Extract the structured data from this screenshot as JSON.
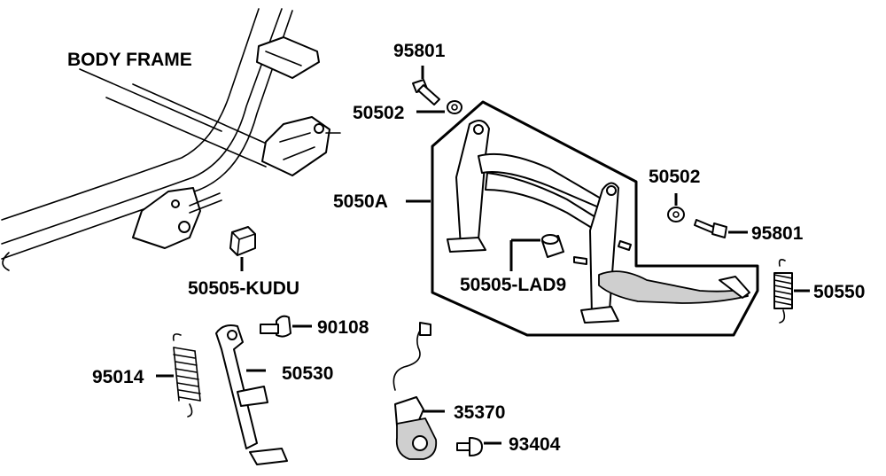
{
  "title": "BODY FRAME",
  "labels": {
    "bolt_top": "95801",
    "washer_top": "50502",
    "main_stand": "5050A",
    "washer_right": "50502",
    "bolt_right": "95801",
    "rubber_kudu": "50505-KUDU",
    "rubber_lad9": "50505-LAD9",
    "spring_right": "50550",
    "pivot_bolt": "90108",
    "spring_left": "95014",
    "side_stand": "50530",
    "switch": "35370",
    "screw": "93404"
  },
  "colors": {
    "line": "#000000",
    "background": "#ffffff",
    "shade": "#cfcfcf"
  }
}
